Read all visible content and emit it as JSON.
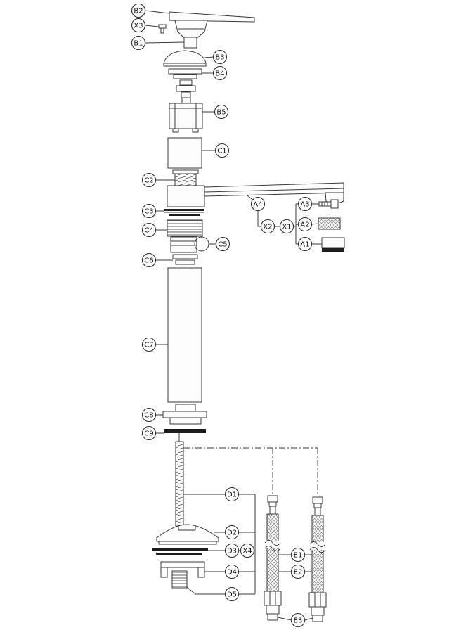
{
  "diagram": {
    "figure_type": "exploded-parts-diagram",
    "background_color": "#ffffff",
    "line_color": "#3a3a3a"
  },
  "callouts": [
    {
      "id": "B2",
      "label": "B2"
    },
    {
      "id": "X3",
      "label": "X3"
    },
    {
      "id": "B1",
      "label": "B1"
    },
    {
      "id": "B3",
      "label": "B3"
    },
    {
      "id": "B4",
      "label": "B4"
    },
    {
      "id": "B5",
      "label": "B5"
    },
    {
      "id": "C1",
      "label": "C1"
    },
    {
      "id": "C2",
      "label": "C2"
    },
    {
      "id": "C3",
      "label": "C3"
    },
    {
      "id": "C4",
      "label": "C4"
    },
    {
      "id": "C5",
      "label": "C5"
    },
    {
      "id": "C6",
      "label": "C6"
    },
    {
      "id": "A4",
      "label": "A4"
    },
    {
      "id": "A3",
      "label": "A3"
    },
    {
      "id": "X2",
      "label": "X2"
    },
    {
      "id": "X1",
      "label": "X1"
    },
    {
      "id": "A2",
      "label": "A2"
    },
    {
      "id": "A1",
      "label": "A1"
    },
    {
      "id": "C7",
      "label": "C7"
    },
    {
      "id": "C8",
      "label": "C8"
    },
    {
      "id": "C9",
      "label": "C9"
    },
    {
      "id": "D1",
      "label": "D1"
    },
    {
      "id": "D2",
      "label": "D2"
    },
    {
      "id": "D3",
      "label": "D3"
    },
    {
      "id": "X4",
      "label": "X4"
    },
    {
      "id": "D4",
      "label": "D4"
    },
    {
      "id": "D5",
      "label": "D5"
    },
    {
      "id": "E1",
      "label": "E1"
    },
    {
      "id": "E2",
      "label": "E2"
    },
    {
      "id": "E3",
      "label": "E3"
    }
  ]
}
